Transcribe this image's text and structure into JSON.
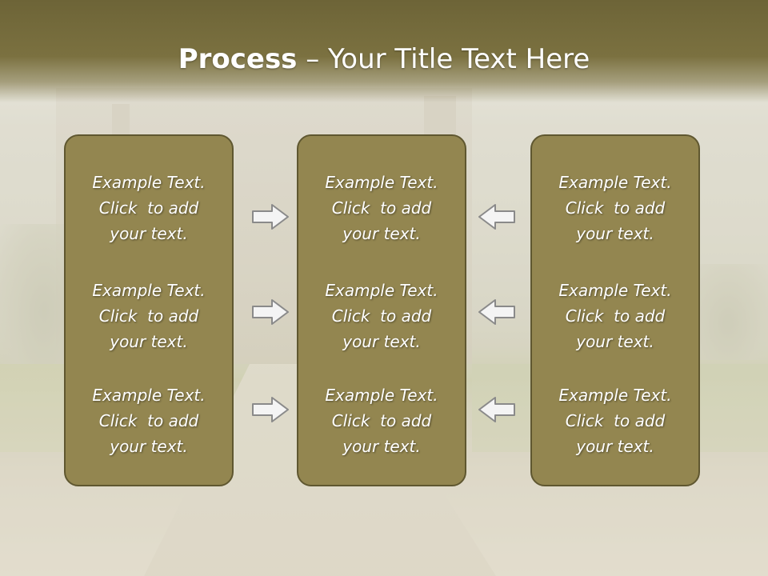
{
  "title": {
    "bold": "Process",
    "rest": " – Your Title Text Here"
  },
  "columns": [
    {
      "blocks": [
        [
          "Example Text.",
          "Click  to add",
          "your text."
        ],
        [
          "Example Text.",
          "Click  to add",
          "your text."
        ],
        [
          "Example Text.",
          "Click  to add",
          "your text."
        ]
      ]
    },
    {
      "blocks": [
        [
          "Example Text.",
          "Click  to add",
          "your text."
        ],
        [
          "Example Text.",
          "Click  to add",
          "your text."
        ],
        [
          "Example Text.",
          "Click  to add",
          "your text."
        ]
      ]
    },
    {
      "blocks": [
        [
          "Example Text.",
          "Click  to add",
          "your text."
        ],
        [
          "Example Text.",
          "Click  to add",
          "your text."
        ],
        [
          "Example Text.",
          "Click  to add",
          "your text."
        ]
      ]
    }
  ],
  "arrows": {
    "left_group": "right-arrow-icon",
    "right_group": "left-arrow-icon"
  },
  "colors": {
    "panel_fill": "#938650",
    "panel_border": "#5f5730",
    "title_band": "#7b7140",
    "text": "#ffffff"
  }
}
